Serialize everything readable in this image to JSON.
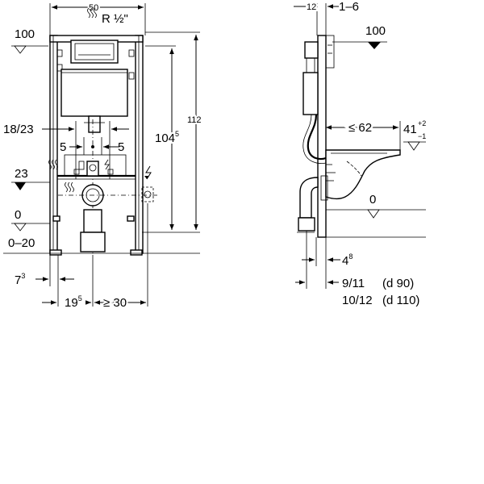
{
  "front_view": {
    "width_dim": "50",
    "water_connection_label": "R ½\"",
    "top_level_label": "100",
    "flush_plate_opening_label": "18/23",
    "left_offset_label": "5",
    "right_offset_label": "5",
    "connection_height_label": "23",
    "floor_level_label": "0",
    "floor_range_label": "0–20",
    "height_dim_104": {
      "main": "104",
      "sup": "5"
    },
    "height_dim_112": "112",
    "bottom_left_dim": {
      "main": "7",
      "sup": "3"
    },
    "bottom_dim_19": {
      "main": "19",
      "sup": "5"
    },
    "bottom_dim_min30": "≥ 30"
  },
  "side_view": {
    "top_dim_12": "12",
    "top_dim_range": "1–6",
    "top_level_label": "100",
    "bowl_projection_label": "≤ 62",
    "bowl_height_label": {
      "main": "41",
      "sup": "+2",
      "sub": "−1"
    },
    "floor_level_label": "0",
    "bottom_dim_4": {
      "main": "4",
      "sup": "8"
    },
    "note_line1": {
      "value": "9/11",
      "pipe": "(d 90)"
    },
    "note_line2": {
      "value": "10/12",
      "pipe": "(d 110)"
    }
  }
}
